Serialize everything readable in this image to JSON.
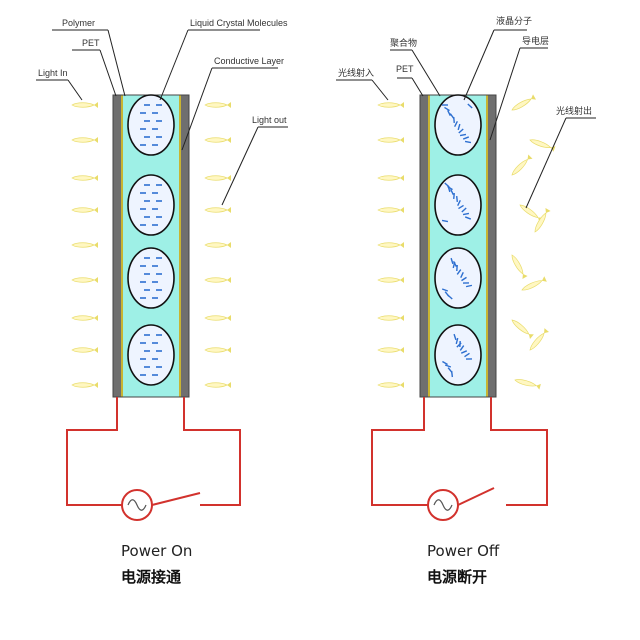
{
  "left_panel": {
    "labels": {
      "polymer": "Polymer",
      "pet": "PET",
      "liquid_crystal": "Liquid Crystal Molecules",
      "conductive_layer": "Conductive Layer",
      "light_in": "Light In",
      "light_out": "Light out"
    },
    "caption_en": "Power On",
    "caption_cn": "电源接通"
  },
  "right_panel": {
    "labels": {
      "polymer": "聚合物",
      "pet": "PET",
      "liquid_crystal": "液晶分子",
      "conductive_layer": "导电层",
      "light_in": "光线射入",
      "light_out": "光线射出"
    },
    "caption_en": "Power Off",
    "caption_cn": "电源断开"
  },
  "colors": {
    "cell_fill": "#9ef0e6",
    "glass": "#6f6f6f",
    "conductive": "#c8b432",
    "droplet_fill": "#eef4ff",
    "molecule": "#2d6fd0",
    "light": "#f3e88a",
    "circuit": "#d2322d"
  },
  "icons": {
    "power_source": "ac-source-icon",
    "switch": "switch-icon",
    "light": "light-ray-icon"
  }
}
